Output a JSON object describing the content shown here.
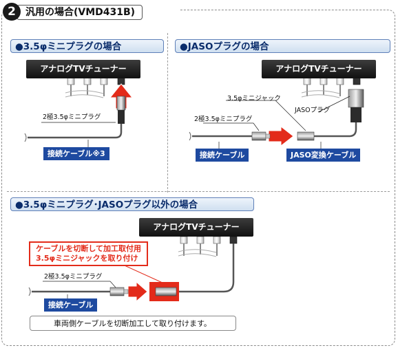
{
  "header": {
    "number": "2",
    "title": "汎用の場合(VMD431B)"
  },
  "sections": {
    "mini": {
      "title": "●3.5φミニプラグの場合"
    },
    "jaso": {
      "title": "●JASOプラグの場合"
    },
    "other": {
      "title": "●3.5φミニプラグ･JASOプラグ以外の場合"
    }
  },
  "device_label": "アナログTVチューナー",
  "labels": {
    "mini_plug_2pole": "2極3.5φミニプラグ",
    "mini_jack": "3.5φミニジャック",
    "jaso_plug": "JASOプラグ",
    "connect_cable": "接続ケーブル",
    "connect_cable_note": "接続ケーブル※3",
    "jaso_convert_cable": "JASO変換ケーブル",
    "cut_instruction_line1": "ケーブルを切断して加工取付用",
    "cut_instruction_line2": "3.5φミニジャックを取り付け"
  },
  "notice": {
    "icon": "warning-icon",
    "text": "車両側ケーブルを切断加工して取り付けます。"
  },
  "colors": {
    "accent_blue": "#1e4aa0",
    "arrow_red": "#e32b1a",
    "device_black": "#1a1a1a"
  }
}
